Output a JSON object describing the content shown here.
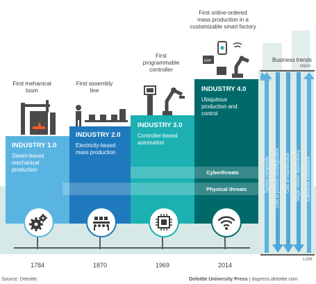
{
  "stages": [
    {
      "caption": "First mehanical\nloom",
      "title": "INDUSTRY 1.0",
      "desc": "Steam-based\nmechanical\nproduction",
      "year": "1784",
      "icon": "gears-icon",
      "color": "#5ab4e2"
    },
    {
      "caption": "First assembly\nline",
      "title": "INDUSTRY 2.0",
      "desc": "Electricity-based\nmass production",
      "year": "1870",
      "icon": "conveyor-belt-icon",
      "color": "#1e79bd"
    },
    {
      "caption": "First\nprogrammable\ncontroller",
      "title": "INDUSTRY 3.0",
      "desc": "Controller-based\nautomation",
      "year": "1969",
      "icon": "microchip-icon",
      "color": "#1cb0b2"
    },
    {
      "caption": "First online-ordered\nmass production in a\ncustomizable smart factory",
      "title": "INDUSTRY 4.0",
      "desc": "Ubiquitous\nproduction and\ncontrol",
      "year": "2014",
      "icon": "wifi-icon",
      "color": "#006a6a"
    }
  ],
  "threats": {
    "cyber": "Cyberthreats",
    "physical": "Physical threats"
  },
  "business_trends": {
    "title": "Business trends",
    "high": "HIGH",
    "low": "LOW",
    "items": [
      "System complexity",
      "Cost of process reconfiguration",
      "Cost of maintenance",
      "Single vendor dependency",
      "Consumer involvement"
    ]
  },
  "footer": {
    "source": "Source: Deloitte.",
    "publisher": "Deloitte University Press",
    "site": "dupress.deloitte.com"
  }
}
